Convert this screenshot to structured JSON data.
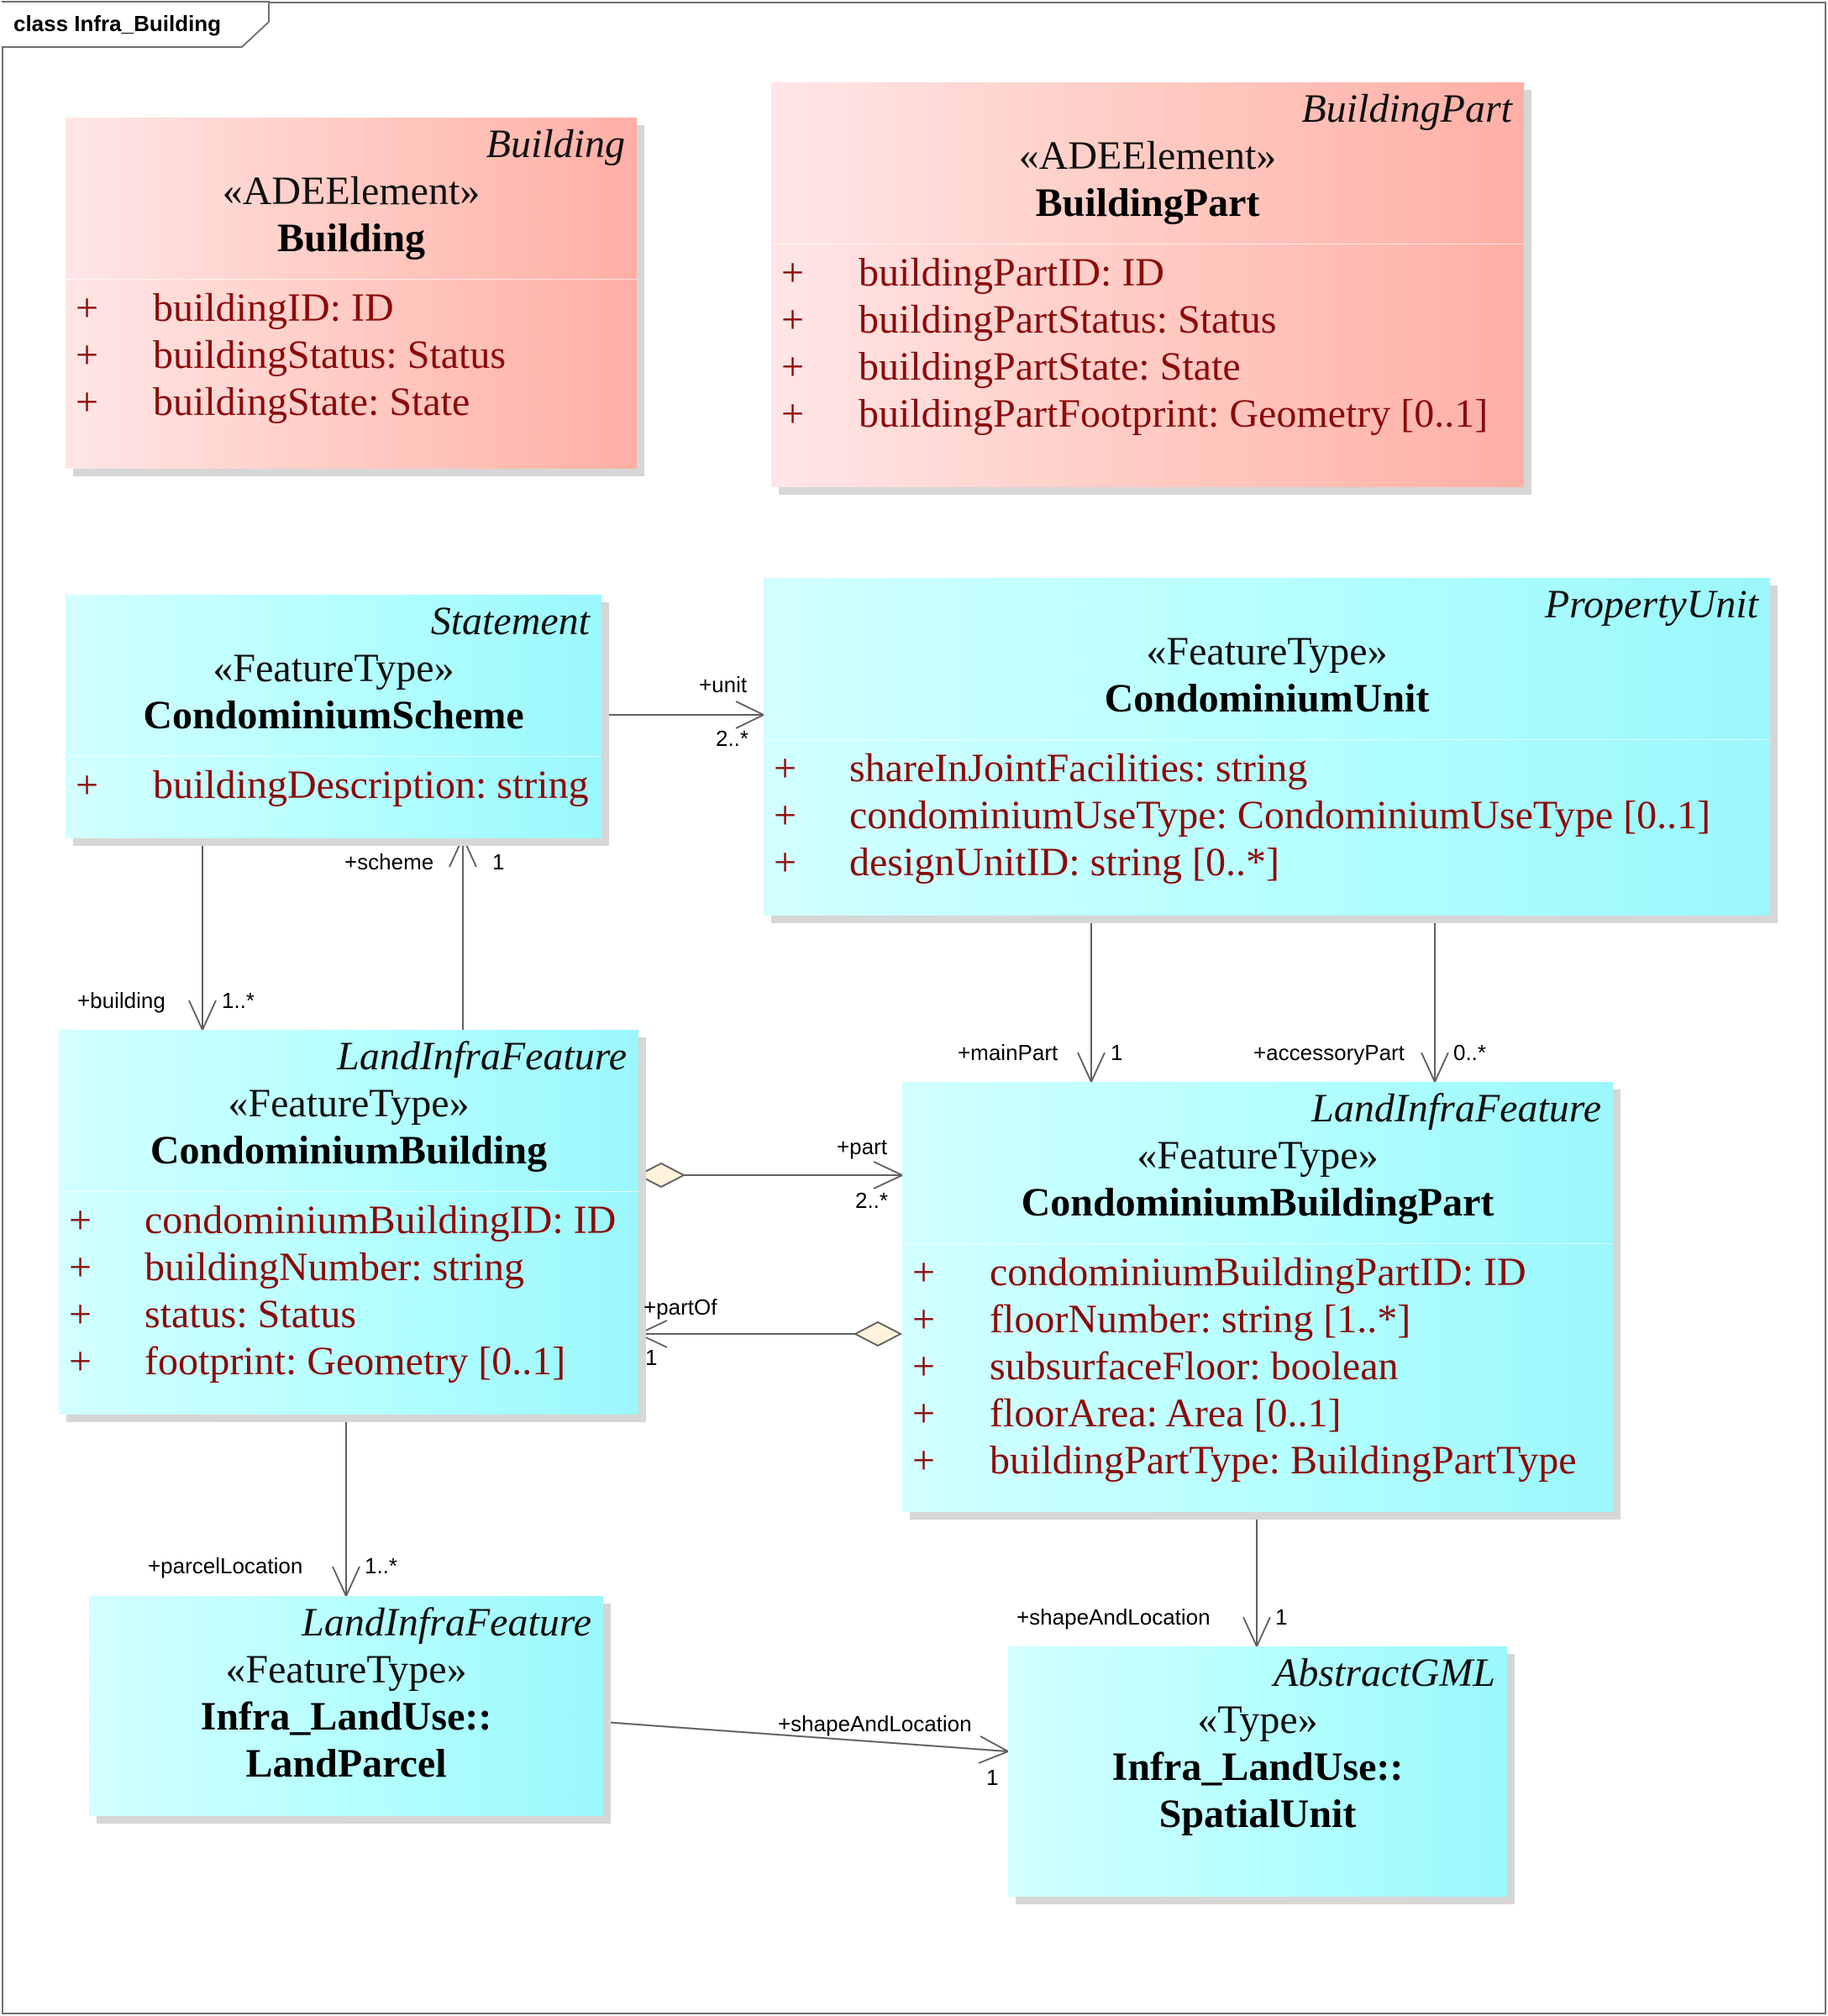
{
  "diagram": {
    "title": "class Infra_Building"
  },
  "classes": {
    "building": {
      "generalization": "Building",
      "stereotype": "«ADEElement»",
      "name": "Building",
      "attributes": [
        {
          "vis": "+",
          "text": "buildingID: ID"
        },
        {
          "vis": "+",
          "text": "buildingStatus: Status"
        },
        {
          "vis": "+",
          "text": "buildingState: State"
        }
      ]
    },
    "building_part": {
      "generalization": "BuildingPart",
      "stereotype": "«ADEElement»",
      "name": "BuildingPart",
      "attributes": [
        {
          "vis": "+",
          "text": "buildingPartID: ID"
        },
        {
          "vis": "+",
          "text": "buildingPartStatus: Status"
        },
        {
          "vis": "+",
          "text": "buildingPartState: State"
        },
        {
          "vis": "+",
          "text": "buildingPartFootprint: Geometry [0..1]"
        }
      ]
    },
    "condominium_scheme": {
      "generalization": "Statement",
      "stereotype": "«FeatureType»",
      "name": "CondominiumScheme",
      "attributes": [
        {
          "vis": "+",
          "text": "buildingDescription: string"
        }
      ]
    },
    "condominium_unit": {
      "generalization": "PropertyUnit",
      "stereotype": "«FeatureType»",
      "name": "CondominiumUnit",
      "attributes": [
        {
          "vis": "+",
          "text": "shareInJointFacilities: string"
        },
        {
          "vis": "+",
          "text": "condominiumUseType: CondominiumUseType [0..1]"
        },
        {
          "vis": "+",
          "text": "designUnitID: string [0..*]"
        }
      ]
    },
    "condominium_building": {
      "generalization": "LandInfraFeature",
      "stereotype": "«FeatureType»",
      "name": "CondominiumBuilding",
      "attributes": [
        {
          "vis": "+",
          "text": "condominiumBuildingID: ID"
        },
        {
          "vis": "+",
          "text": "buildingNumber: string"
        },
        {
          "vis": "+",
          "text": "status: Status"
        },
        {
          "vis": "+",
          "text": "footprint: Geometry [0..1]"
        }
      ]
    },
    "condominium_building_part": {
      "generalization": "LandInfraFeature",
      "stereotype": "«FeatureType»",
      "name": "CondominiumBuildingPart",
      "attributes": [
        {
          "vis": "+",
          "text": "condominiumBuildingPartID: ID"
        },
        {
          "vis": "+",
          "text": "floorNumber: string [1..*]"
        },
        {
          "vis": "+",
          "text": "subsurfaceFloor: boolean"
        },
        {
          "vis": "+",
          "text": "floorArea: Area [0..1]"
        },
        {
          "vis": "+",
          "text": "buildingPartType: BuildingPartType"
        }
      ]
    },
    "land_parcel": {
      "generalization": "LandInfraFeature",
      "stereotype": "«FeatureType»",
      "name_line1": "Infra_LandUse::",
      "name_line2": "LandParcel"
    },
    "spatial_unit": {
      "generalization": "AbstractGML",
      "stereotype": "«Type»",
      "name_line1": "Infra_LandUse::",
      "name_line2": "SpatialUnit"
    }
  },
  "associations": {
    "scheme_unit": {
      "role": "+unit",
      "multiplicity": "2..*"
    },
    "scheme_building": {
      "role": "+building",
      "multiplicity": "1..*"
    },
    "building_scheme": {
      "role": "+scheme",
      "multiplicity": "1"
    },
    "unit_main_part": {
      "role": "+mainPart",
      "multiplicity": "1"
    },
    "unit_accessory_part": {
      "role": "+accessoryPart",
      "multiplicity": "0..*"
    },
    "building_part": {
      "role": "+part",
      "multiplicity": "2..*"
    },
    "part_part_of": {
      "role": "+partOf",
      "multiplicity": "1"
    },
    "building_parcel": {
      "role": "+parcelLocation",
      "multiplicity": "1..*"
    },
    "part_shape": {
      "role": "+shapeAndLocation",
      "multiplicity": "1"
    },
    "parcel_shape": {
      "role": "+shapeAndLocation",
      "multiplicity": "1"
    }
  }
}
